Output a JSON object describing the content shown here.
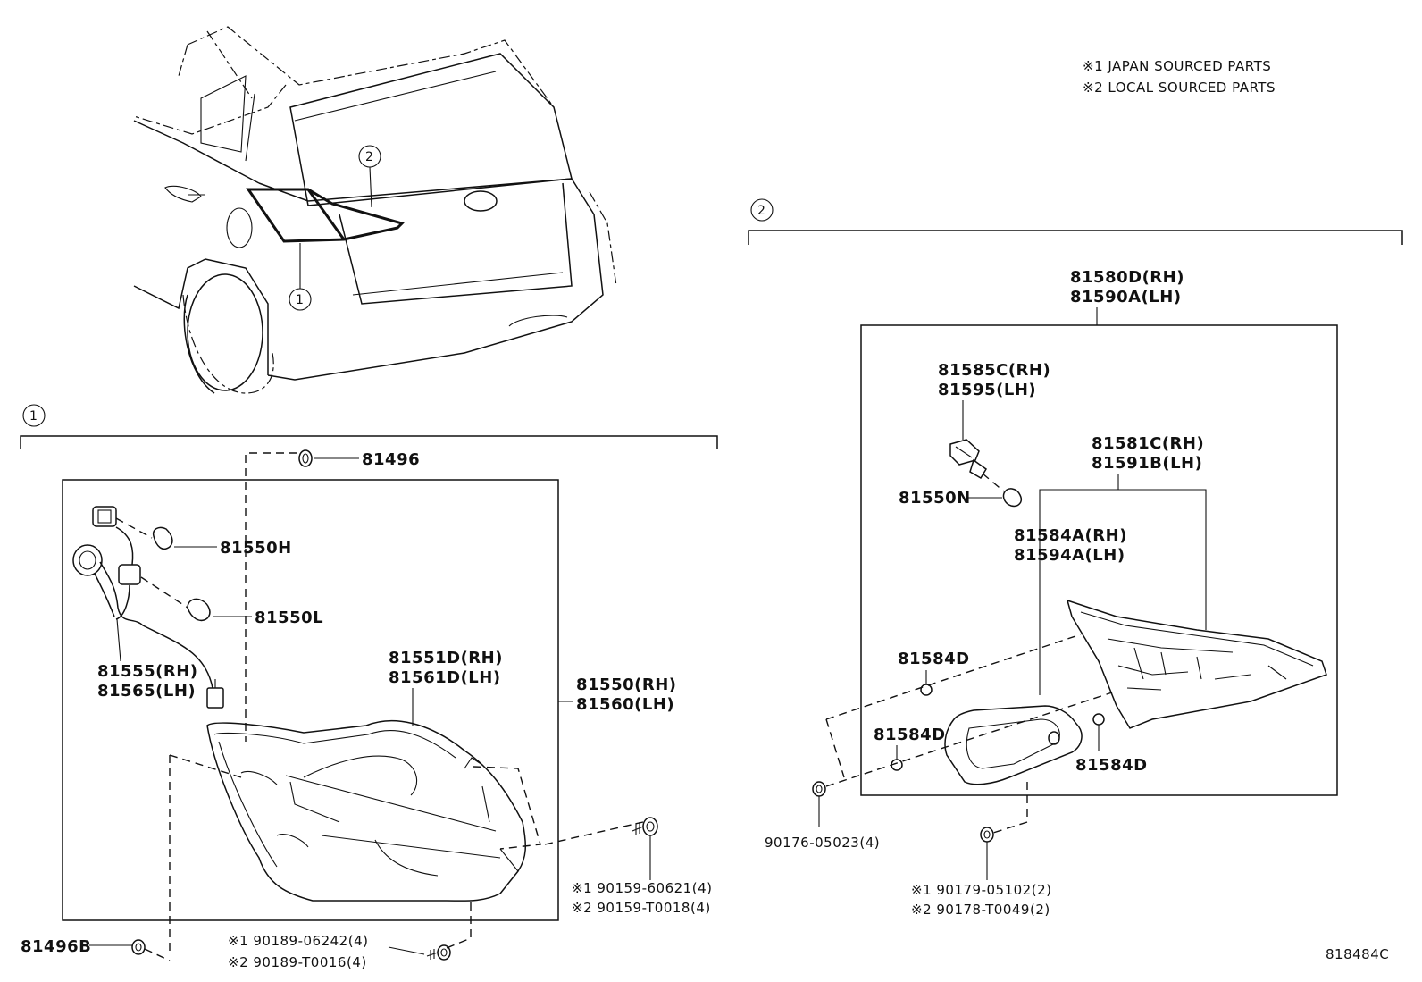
{
  "notes": {
    "line1": "※1 JAPAN SOURCED PARTS",
    "line2": "※2 LOCAL SOURCED PARTS"
  },
  "callouts": {
    "one": "1",
    "two": "2"
  },
  "section1": {
    "p81496": "81496",
    "p81550H": "81550H",
    "p81550L": "81550L",
    "p81555": "81555(RH)",
    "p81565": "81565(LH)",
    "p81551D": "81551D(RH)",
    "p81561D": "81561D(LH)",
    "p81550": "81550(RH)",
    "p81560": "81560(LH)",
    "p81496B": "81496B",
    "screw1a": "※1 90189-06242(4)",
    "screw1b": "※2 90189-T0016(4)",
    "screw2a": "※1 90159-60621(4)",
    "screw2b": "※2 90159-T0018(4)"
  },
  "section2": {
    "p81580D": "81580D(RH)",
    "p81590A": "81590A(LH)",
    "p81585C": "81585C(RH)",
    "p81595": "81595(LH)",
    "p81581C": "81581C(RH)",
    "p81591B": "81591B(LH)",
    "p81550N": "81550N",
    "p81584A": "81584A(RH)",
    "p81594A": "81594A(LH)",
    "p81584D_a": "81584D",
    "p81584D_b": "81584D",
    "p81584D_c": "81584D",
    "p90176": "90176-05023(4)",
    "p90179": "※1 90179-05102(2)",
    "p90178": "※2 90178-T0049(2)"
  },
  "figure_id": "818484C"
}
